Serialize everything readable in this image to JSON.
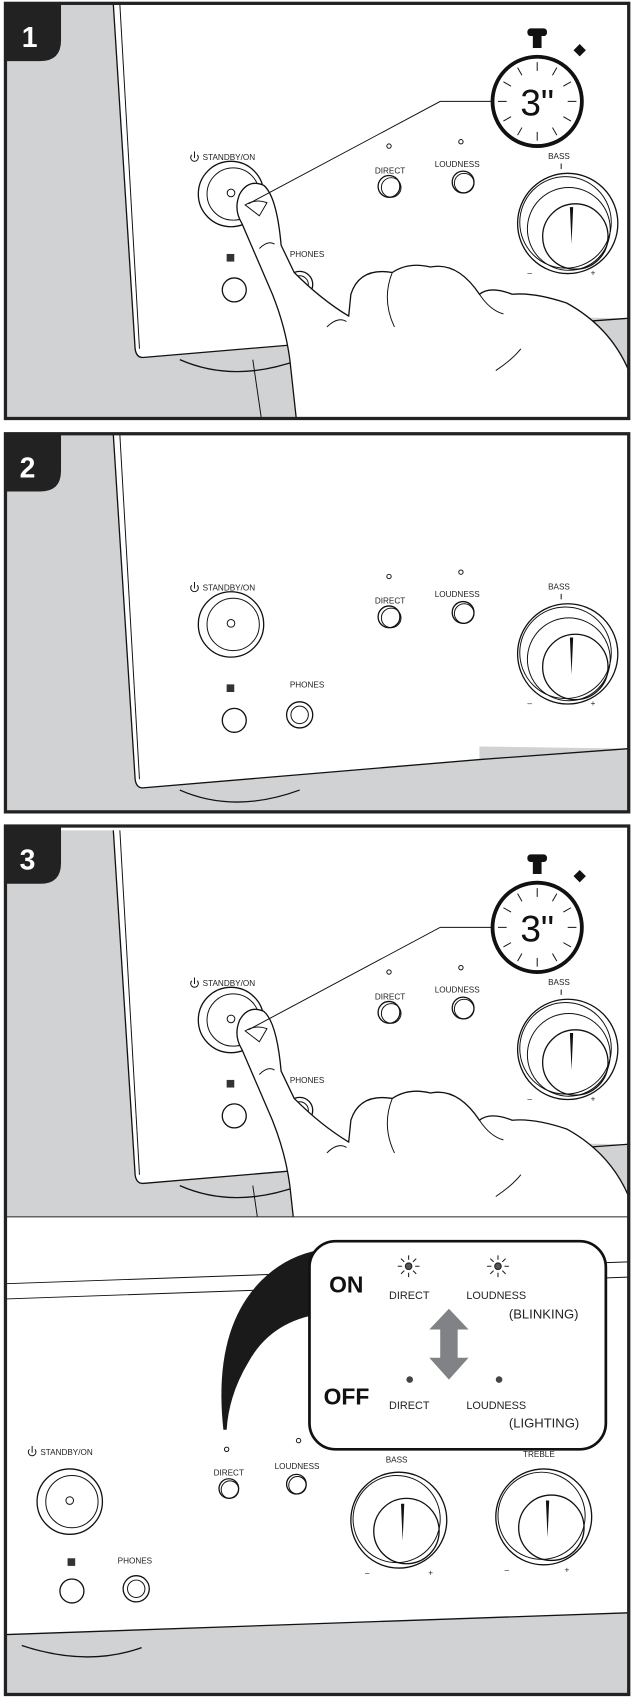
{
  "panels": [
    {
      "number": "1"
    },
    {
      "number": "2"
    },
    {
      "number": "3"
    }
  ],
  "labels": {
    "standby": "STANDBY/ON",
    "direct": "DIRECT",
    "loudness": "LOUDNESS",
    "bass": "BASS",
    "treble": "TREBLE",
    "phones": "PHONES",
    "minus": "–",
    "plus": "+"
  },
  "timer": {
    "value": "3\""
  },
  "callout": {
    "on": "ON",
    "off": "OFF",
    "direct": "DIRECT",
    "loudness": "LOUDNESS",
    "blinking": "(BLINKING)",
    "lighting": "(LIGHTING)"
  },
  "colors": {
    "frame": "#222222",
    "floor": "#d1d2d4",
    "arrow": "#808285"
  }
}
